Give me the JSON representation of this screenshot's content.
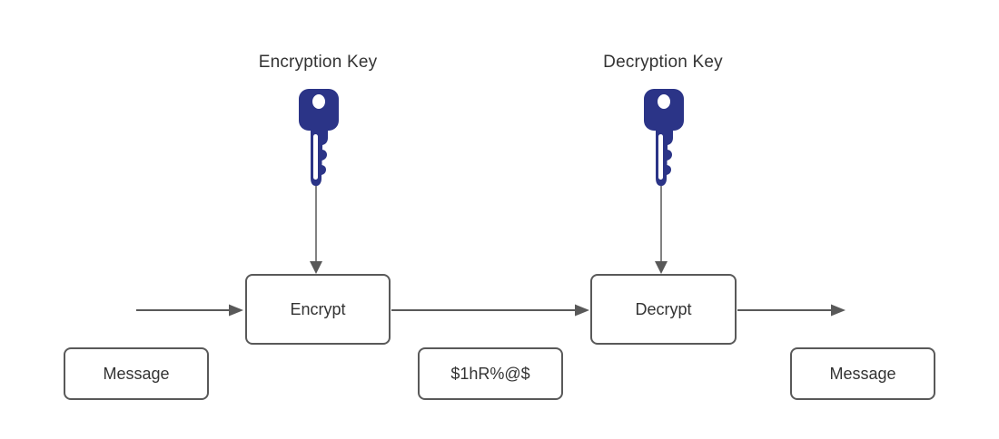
{
  "diagram": {
    "labels": {
      "encryption_key": "Encryption Key",
      "decryption_key": "Decryption Key"
    },
    "nodes": {
      "encrypt": "Encrypt",
      "decrypt": "Decrypt",
      "message_in": "Message",
      "ciphertext": "$1hR%@$",
      "message_out": "Message"
    },
    "colors": {
      "key_fill": "#2b3487",
      "key_hole": "#ffffff",
      "connector": "#595959",
      "box_border": "#595959",
      "text": "#333333",
      "background": "#ffffff"
    }
  }
}
